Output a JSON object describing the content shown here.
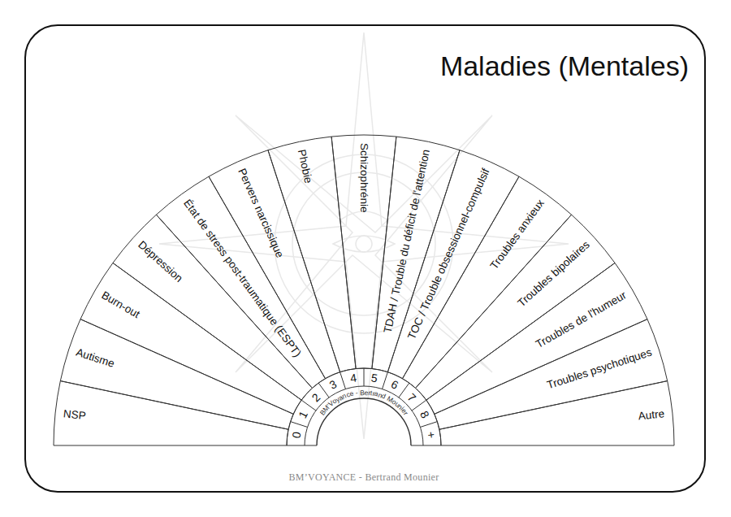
{
  "diagram": {
    "title": "Maladies (Mentales)",
    "nodes": [
      {
        "text": [
          "NSP"
        ]
      },
      {
        "text": [
          "Autisme"
        ]
      },
      {
        "text": [
          "Burn-out"
        ]
      },
      {
        "text": [
          "Dépression"
        ]
      },
      {
        "text": [
          "État de stress post-traumatique (ESPT)"
        ]
      },
      {
        "text": [
          "Pervers narcissique"
        ]
      },
      {
        "text": [
          "Phobie"
        ]
      },
      {
        "text": [
          "Schizophrénie"
        ]
      },
      {
        "text": [
          "TDAH / Trouble du déficit de l'attention"
        ]
      },
      {
        "text": [
          "TOC / Trouble obsessionnel-compulsif"
        ]
      },
      {
        "text": [
          "Troubles anxieux"
        ]
      },
      {
        "text": [
          "Troubles bipolaires"
        ]
      },
      {
        "text": [
          "Troubles de l'humeur"
        ]
      },
      {
        "text": [
          "Troubles psychotiques"
        ]
      },
      {
        "text": [
          "Autre"
        ]
      }
    ],
    "labels": [
      "0",
      "1",
      "2",
      "3",
      "4",
      "5",
      "6",
      "7",
      "8",
      "+",
      "BM’Voyance - Bertrand Mounier",
      "BM’VOYANCE - Bertrand Mounier"
    ]
  }
}
